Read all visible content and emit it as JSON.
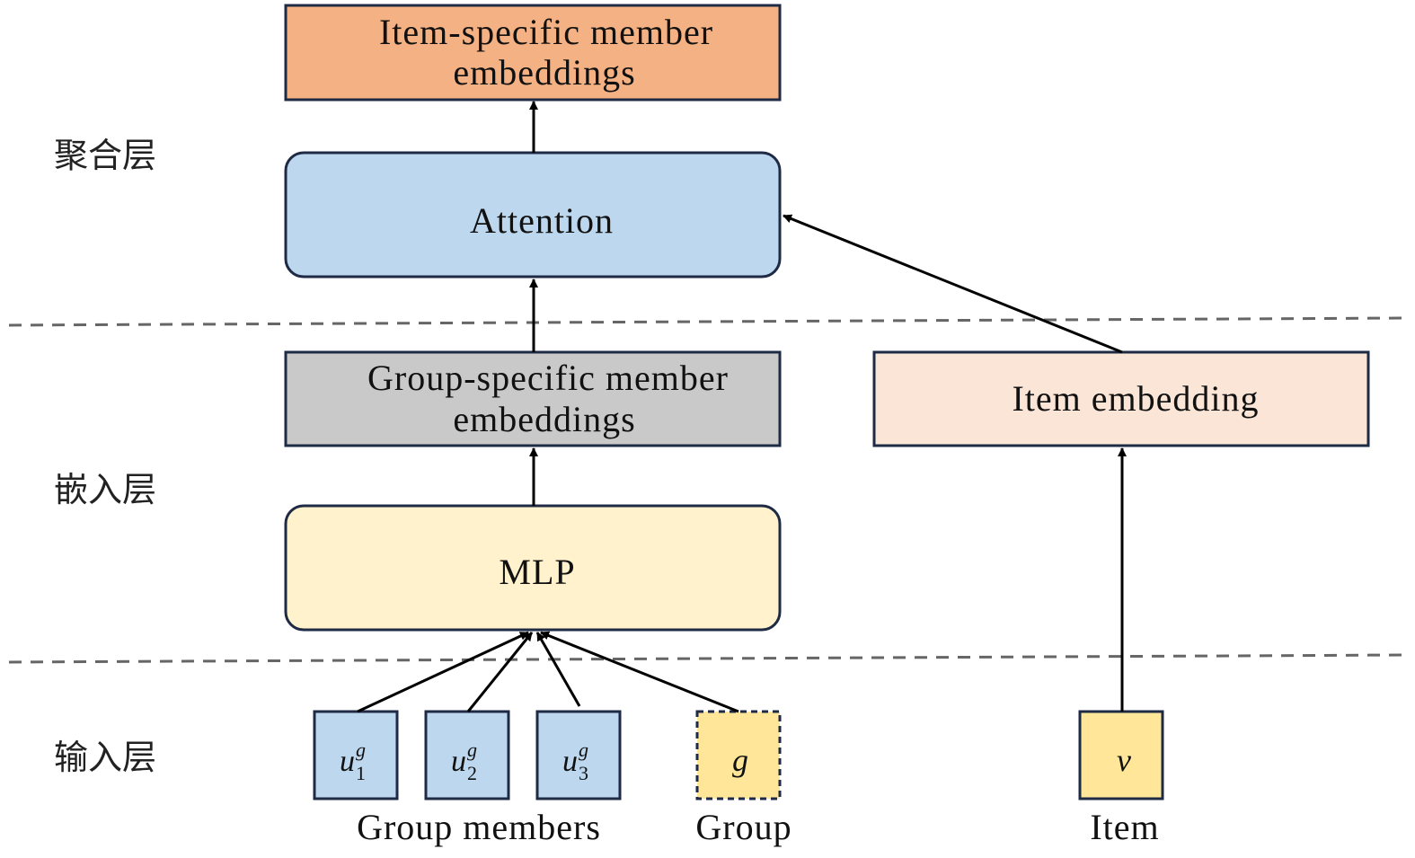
{
  "layers": {
    "aggregation": "聚合层",
    "embedding": "嵌入层",
    "input": "输入层"
  },
  "boxes": {
    "item_specific": {
      "line1": "Item-specific member",
      "line2": "embeddings",
      "color": "#F4B183"
    },
    "attention": {
      "label": "Attention",
      "color": "#BDD7EE"
    },
    "group_specific": {
      "line1": "Group-specific member",
      "line2": "embeddings",
      "color": "#C9C9C9"
    },
    "item_embedding": {
      "label": "Item embedding",
      "color": "#FBE5D6"
    },
    "mlp": {
      "label": "MLP",
      "color": "#FFF2CC"
    }
  },
  "inputs": {
    "members": [
      {
        "base": "u",
        "sup": "g",
        "sub": "1"
      },
      {
        "base": "u",
        "sup": "g",
        "sub": "2"
      },
      {
        "base": "u",
        "sup": "g",
        "sub": "3"
      }
    ],
    "group": {
      "symbol": "g"
    },
    "item": {
      "symbol": "v"
    },
    "member_color": "#BDD7EE",
    "token_color": "#FFE699"
  },
  "captions": {
    "members": "Group members",
    "group": "Group",
    "item": "Item"
  }
}
